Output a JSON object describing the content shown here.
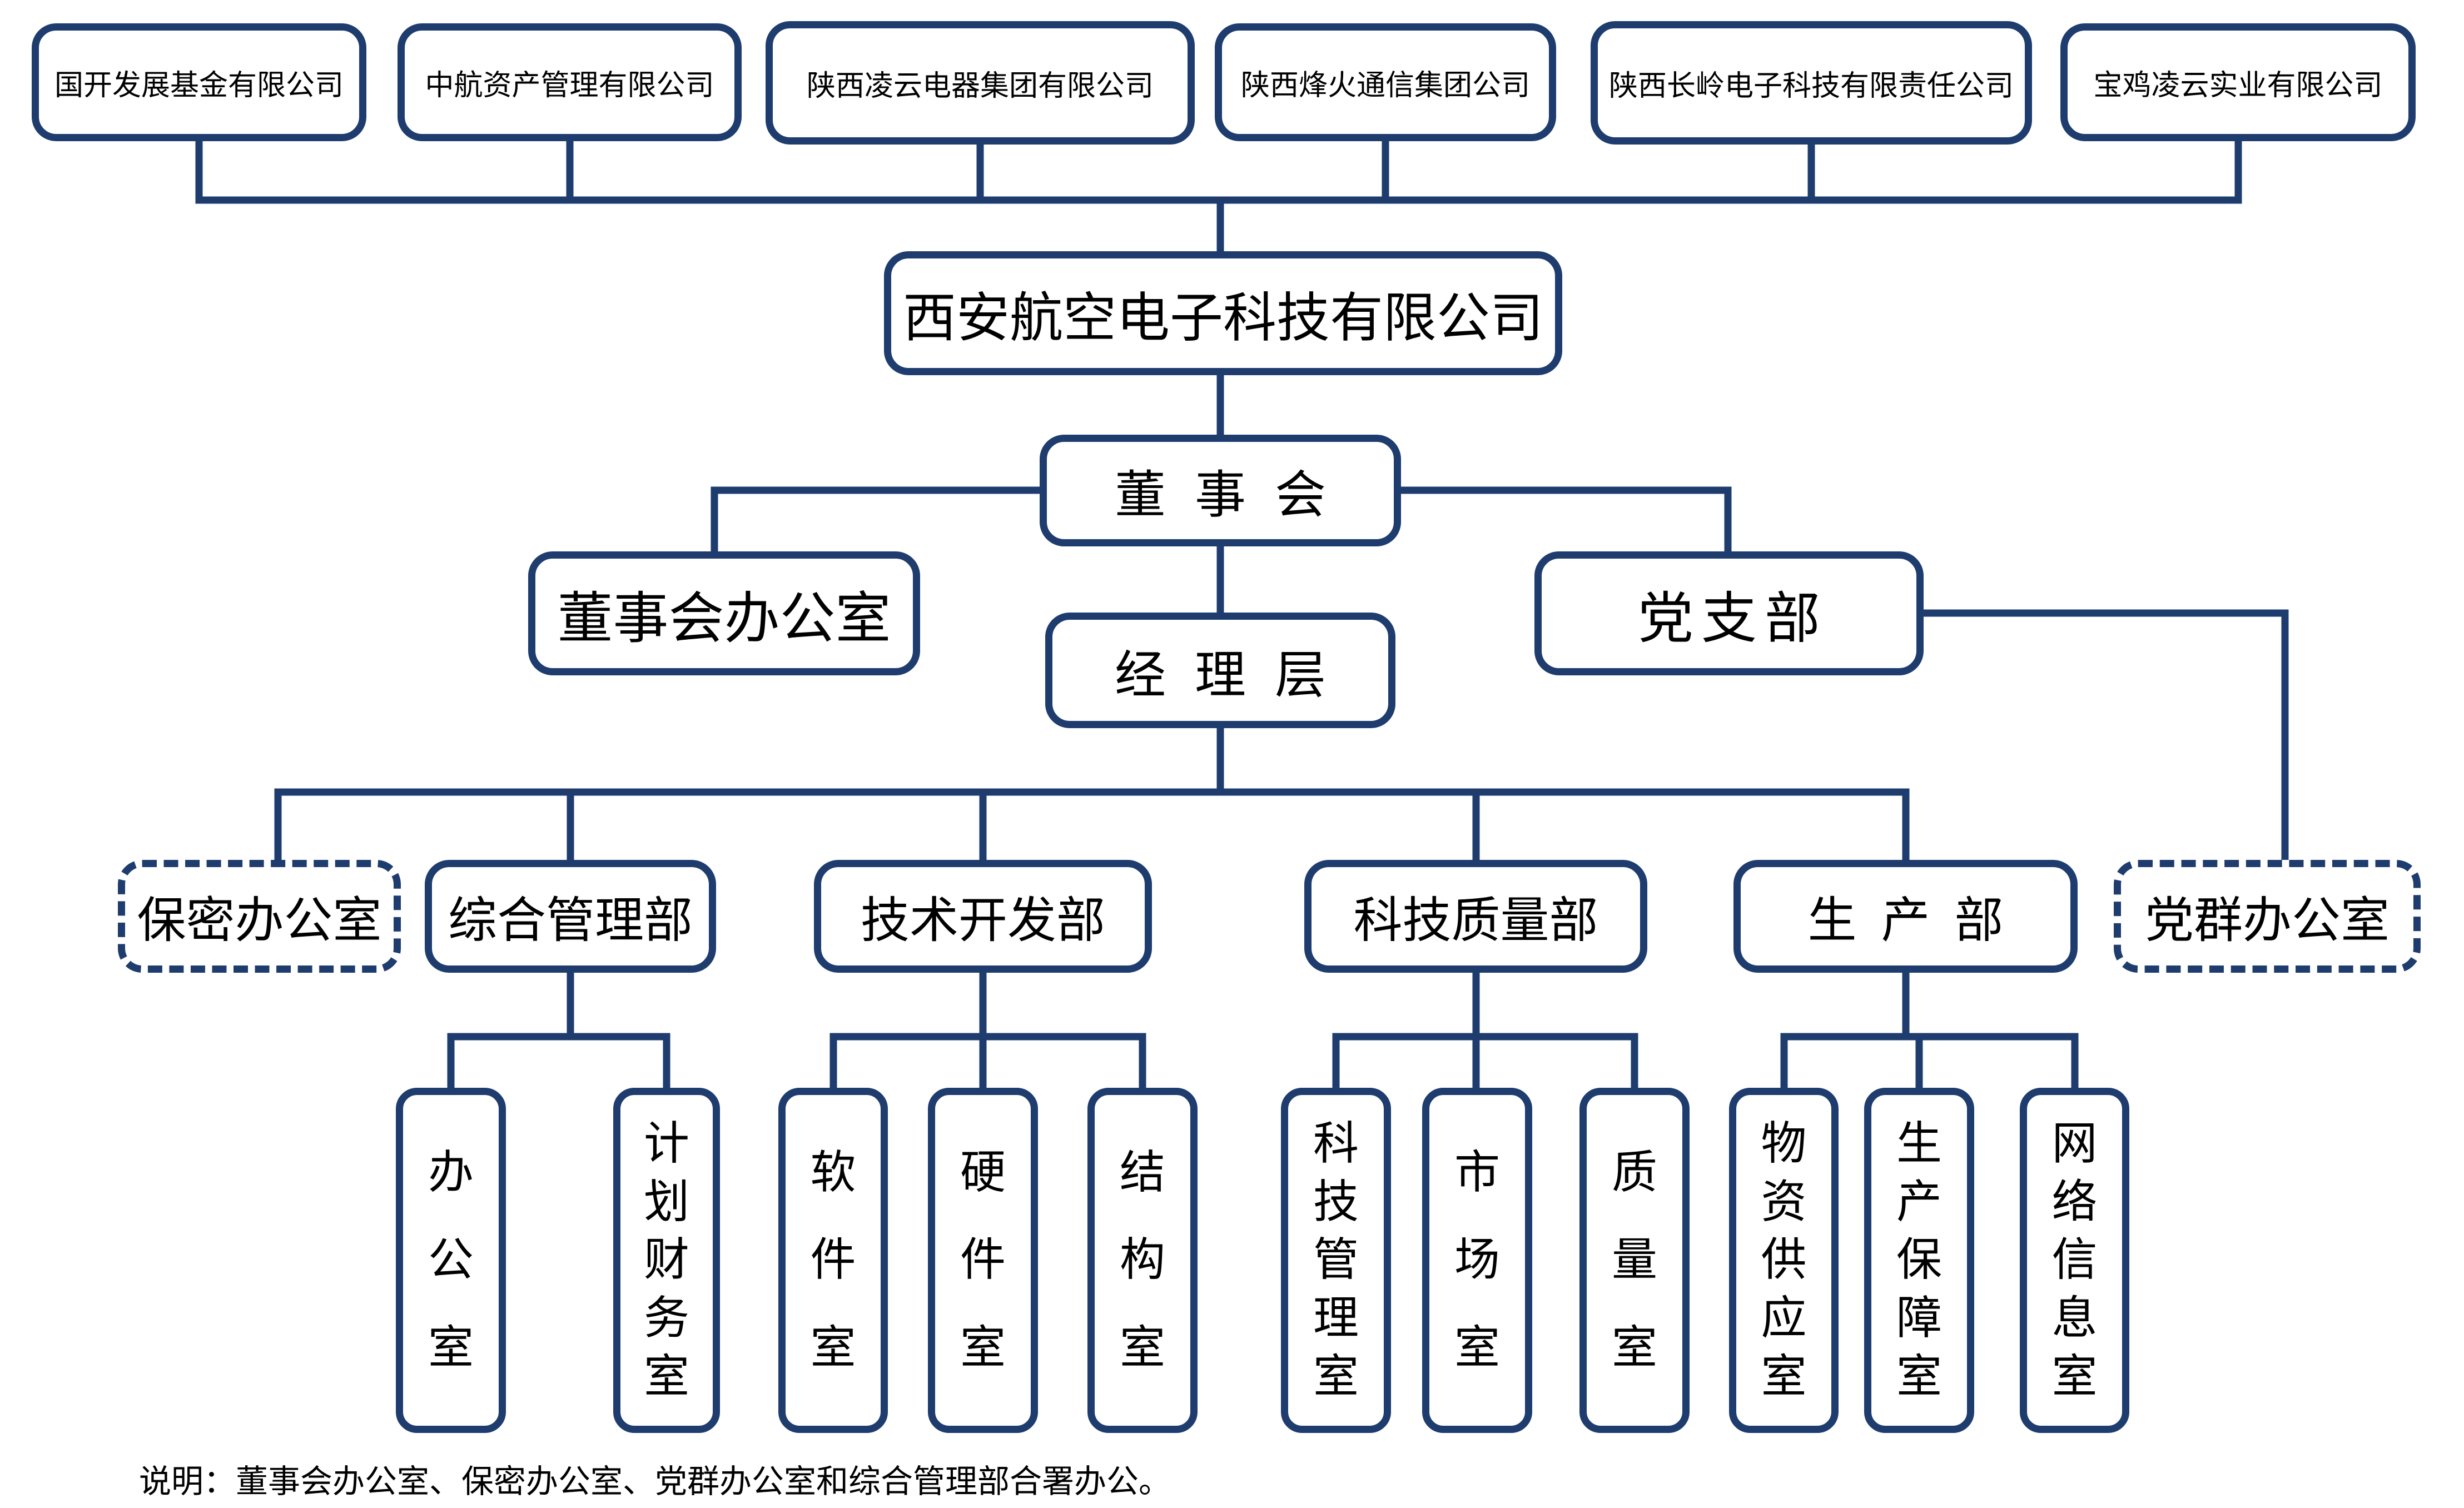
{
  "colors": {
    "line": "#1e3c6e",
    "box_border": "#1e3c6e",
    "box_fill": "#ffffff",
    "text": "#000000",
    "background": "#ffffff"
  },
  "nodes": {
    "shareholders": [
      {
        "label": "国开发展基金有限公司"
      },
      {
        "label": "中航资产管理有限公司"
      },
      {
        "label": "陕西凌云电器集团有限公司"
      },
      {
        "label": "陕西烽火通信集团公司"
      },
      {
        "label": "陕西长岭电子科技有限责任公司"
      },
      {
        "label": "宝鸡凌云实业有限公司"
      }
    ],
    "company": {
      "label": "西安航空电子科技有限公司"
    },
    "board": {
      "label": "董事会"
    },
    "board_office": {
      "label": "董事会办公室"
    },
    "party_branch": {
      "label": "党支部"
    },
    "management": {
      "label": "经理层"
    },
    "departments": [
      {
        "label": "保密办公室",
        "style": "dashed"
      },
      {
        "label": "综合管理部",
        "style": "solid"
      },
      {
        "label": "技术开发部",
        "style": "solid"
      },
      {
        "label": "科技质量部",
        "style": "solid"
      },
      {
        "label": "生产部",
        "style": "solid"
      },
      {
        "label": "党群办公室",
        "style": "dashed"
      }
    ],
    "offices": {
      "general_admin": [
        {
          "label": "办公室"
        },
        {
          "label": "计划财务室"
        }
      ],
      "tech_dev": [
        {
          "label": "软件室"
        },
        {
          "label": "硬件室"
        },
        {
          "label": "结构室"
        }
      ],
      "sci_quality": [
        {
          "label": "科技管理室"
        },
        {
          "label": "市场室"
        },
        {
          "label": "质量室"
        }
      ],
      "production": [
        {
          "label": "物资供应室"
        },
        {
          "label": "生产保障室"
        },
        {
          "label": "网络信息室"
        }
      ]
    }
  },
  "note": "说明：董事会办公室、保密办公室、党群办公室和综合管理部合署办公。"
}
